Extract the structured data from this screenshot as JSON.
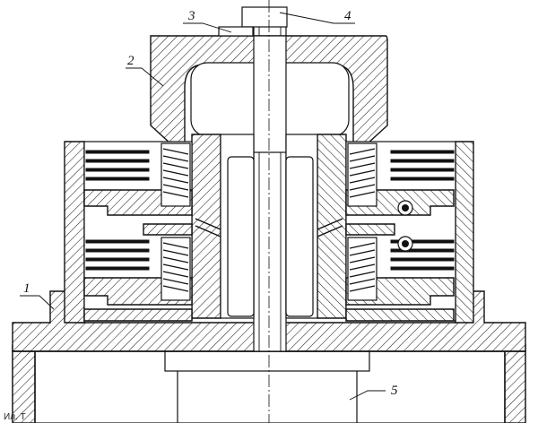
{
  "labels": {
    "l1": "1",
    "l2": "2",
    "l3": "3",
    "l4": "4",
    "l5": "5"
  },
  "caption": "Ил. Т"
}
